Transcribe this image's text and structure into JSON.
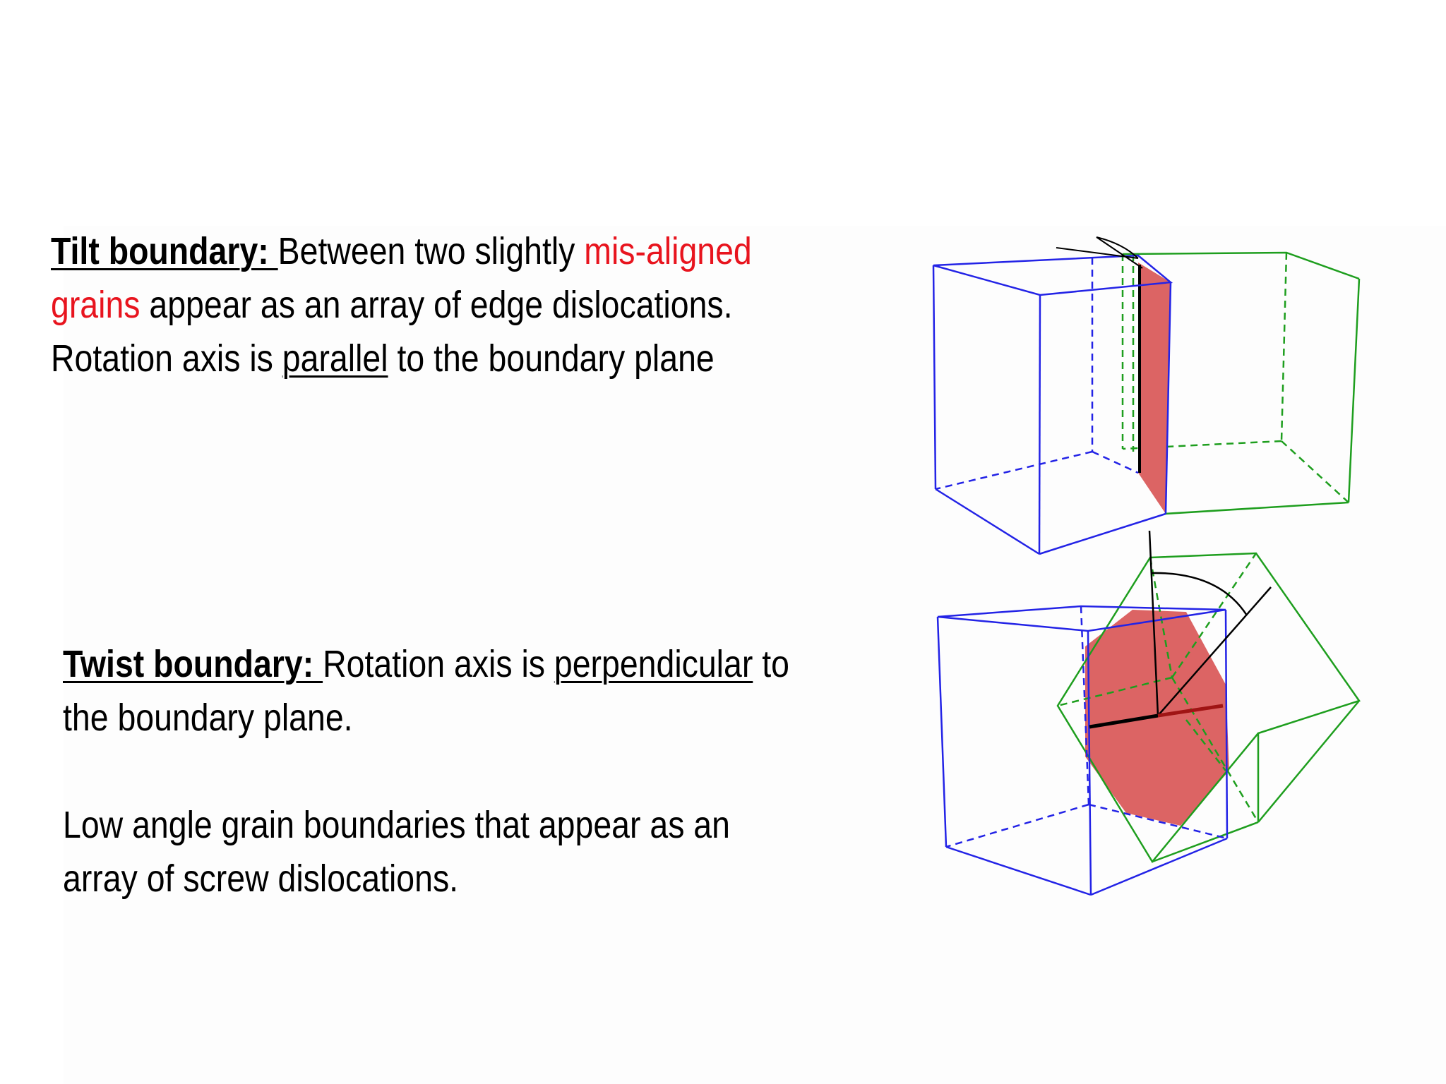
{
  "tilt": {
    "heading": "Tilt boundary: ",
    "text_1": "Between two slightly ",
    "highlight_1": "mis-aligned",
    "highlight_2": "grains",
    "text_2": " appear as an array of edge dislocations.",
    "text_3": "Rotation axis is ",
    "keyword": "parallel",
    "text_4": " to the boundary plane"
  },
  "twist": {
    "heading": "Twist boundary: ",
    "text_1": "Rotation axis is ",
    "keyword": "perpendicular",
    "text_2": " to",
    "text_3": "the boundary plane."
  },
  "low_angle": {
    "line_1": "Low angle grain boundaries that appear as an",
    "line_2": "array of screw dislocations."
  },
  "colors": {
    "grain_a": "#2323e6",
    "grain_b": "#1e9e1e",
    "boundary_plane": "#dc6464",
    "highlight_text": "#e8141e",
    "axis": "#000000"
  }
}
